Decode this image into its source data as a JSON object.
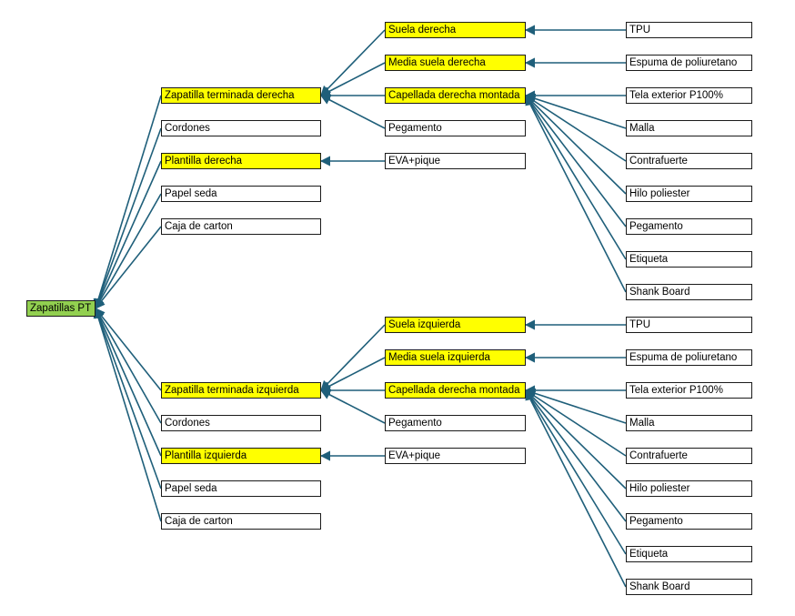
{
  "colors": {
    "connector": "#1f5f7a",
    "highlight": "#ffff00",
    "root": "#92d050",
    "box_border": "#1a1a1a"
  },
  "nodes": {
    "root": "Zapatillas PT",
    "r_zapatilla": "Zapatilla terminada derecha",
    "r_cordones": "Cordones",
    "r_plantilla": "Plantilla derecha",
    "r_papel": "Papel seda",
    "r_caja": "Caja de carton",
    "r_suela": "Suela derecha",
    "r_media": "Media suela derecha",
    "r_capellada": "Capellada derecha montada",
    "r_pegamento2": "Pegamento",
    "r_eva": "EVA+pique",
    "r_tpu": "TPU",
    "r_espuma": "Espuma de poliuretano",
    "r_tela": "Tela exterior P100%",
    "r_malla": "Malla",
    "r_contrafuerte": "Contrafuerte",
    "r_hilo": "Hilo poliester",
    "r_pegamento3": "Pegamento",
    "r_etiqueta": "Etiqueta",
    "r_shank": "Shank Board",
    "l_zapatilla": "Zapatilla terminada izquierda",
    "l_cordones": "Cordones",
    "l_plantilla": "Plantilla izquierda",
    "l_papel": "Papel seda",
    "l_caja": "Caja de carton",
    "l_suela": "Suela izquierda",
    "l_media": "Media suela izquierda",
    "l_capellada": "Capellada derecha montada",
    "l_pegamento2": "Pegamento",
    "l_eva": "EVA+pique",
    "l_tpu": "TPU",
    "l_espuma": "Espuma de poliuretano",
    "l_tela": "Tela exterior P100%",
    "l_malla": "Malla",
    "l_contrafuerte": "Contrafuerte",
    "l_hilo": "Hilo poliester",
    "l_pegamento3": "Pegamento",
    "l_etiqueta": "Etiqueta",
    "l_shank": "Shank Board"
  },
  "highlighted": [
    "r_zapatilla",
    "r_plantilla",
    "r_suela",
    "r_media",
    "r_capellada",
    "l_zapatilla",
    "l_plantilla",
    "l_suela",
    "l_media",
    "l_capellada"
  ],
  "edges": [
    [
      "root",
      "r_zapatilla"
    ],
    [
      "root",
      "r_cordones"
    ],
    [
      "root",
      "r_plantilla"
    ],
    [
      "root",
      "r_papel"
    ],
    [
      "root",
      "r_caja"
    ],
    [
      "root",
      "l_zapatilla"
    ],
    [
      "root",
      "l_cordones"
    ],
    [
      "root",
      "l_plantilla"
    ],
    [
      "root",
      "l_papel"
    ],
    [
      "root",
      "l_caja"
    ],
    [
      "r_zapatilla",
      "r_suela"
    ],
    [
      "r_zapatilla",
      "r_media"
    ],
    [
      "r_zapatilla",
      "r_capellada"
    ],
    [
      "r_zapatilla",
      "r_pegamento2"
    ],
    [
      "r_plantilla",
      "r_eva"
    ],
    [
      "r_suela",
      "r_tpu"
    ],
    [
      "r_media",
      "r_espuma"
    ],
    [
      "r_capellada",
      "r_tela"
    ],
    [
      "r_capellada",
      "r_malla"
    ],
    [
      "r_capellada",
      "r_contrafuerte"
    ],
    [
      "r_capellada",
      "r_hilo"
    ],
    [
      "r_capellada",
      "r_pegamento3"
    ],
    [
      "r_capellada",
      "r_etiqueta"
    ],
    [
      "r_capellada",
      "r_shank"
    ],
    [
      "l_zapatilla",
      "l_suela"
    ],
    [
      "l_zapatilla",
      "l_media"
    ],
    [
      "l_zapatilla",
      "l_capellada"
    ],
    [
      "l_zapatilla",
      "l_pegamento2"
    ],
    [
      "l_plantilla",
      "l_eva"
    ],
    [
      "l_suela",
      "l_tpu"
    ],
    [
      "l_media",
      "l_espuma"
    ],
    [
      "l_capellada",
      "l_tela"
    ],
    [
      "l_capellada",
      "l_malla"
    ],
    [
      "l_capellada",
      "l_contrafuerte"
    ],
    [
      "l_capellada",
      "l_hilo"
    ],
    [
      "l_capellada",
      "l_pegamento3"
    ],
    [
      "l_capellada",
      "l_etiqueta"
    ],
    [
      "l_capellada",
      "l_shank"
    ]
  ]
}
